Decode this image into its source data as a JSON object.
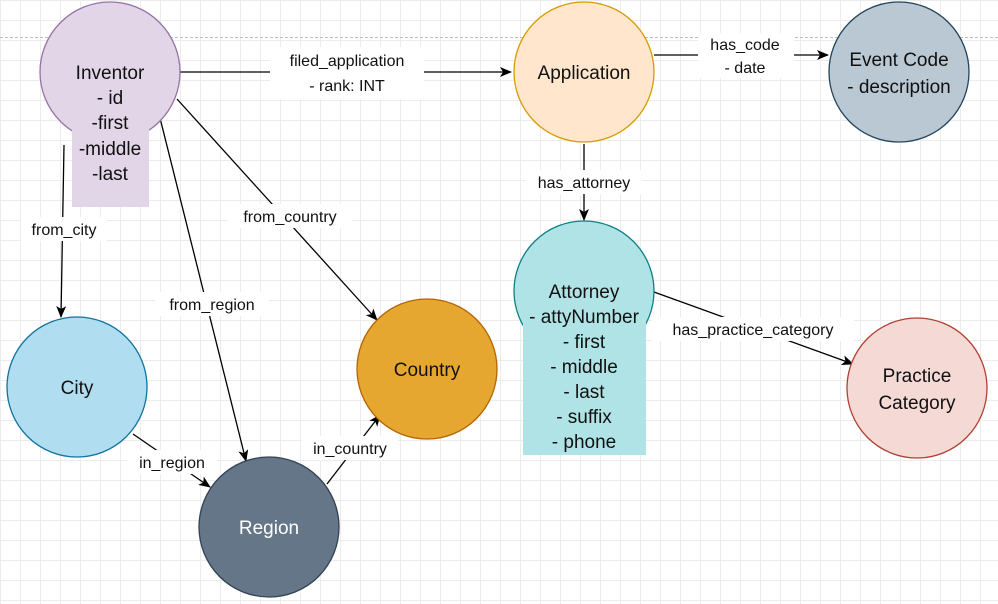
{
  "nodes": {
    "inventor": {
      "title": "Inventor",
      "attrs": [
        "- id",
        "-first",
        "-middle",
        "-last"
      ],
      "fill": "#e1d5e7",
      "stroke": "#9673a6"
    },
    "application": {
      "title": "Application",
      "fill": "#ffe6cc",
      "stroke": "#d79b00"
    },
    "event_code": {
      "title": "Event Code",
      "attrs": [
        "- description"
      ],
      "fill": "#bac8d3",
      "stroke": "#23445d"
    },
    "attorney": {
      "title": "Attorney",
      "attrs": [
        "- attyNumber",
        "- first",
        "- middle",
        "- last",
        "- suffix",
        "- phone"
      ],
      "fill": "#b0e3e6",
      "stroke": "#0e8088"
    },
    "city": {
      "title": "City",
      "fill": "#b1ddf0",
      "stroke": "#10739e"
    },
    "country": {
      "title": "Country",
      "fill": "#e6a730",
      "stroke": "#b46504"
    },
    "region": {
      "title": "Region",
      "fill": "#647687",
      "stroke": "#314354"
    },
    "practice_category": {
      "title": "Practice",
      "title2": "Category",
      "fill": "#f4d9d5",
      "stroke": "#ae4132"
    }
  },
  "edges": {
    "filed_application": {
      "label": "filed_application",
      "label2": "- rank: INT"
    },
    "has_code": {
      "label": "has_code",
      "label2": "- date"
    },
    "has_attorney": {
      "label": "has_attorney"
    },
    "from_city": {
      "label": "from_city"
    },
    "from_region": {
      "label": "from_region"
    },
    "from_country": {
      "label": "from_country"
    },
    "in_region": {
      "label": "in_region"
    },
    "in_country": {
      "label": "in_country"
    },
    "has_practice_category": {
      "label": "has_practice_category"
    }
  }
}
